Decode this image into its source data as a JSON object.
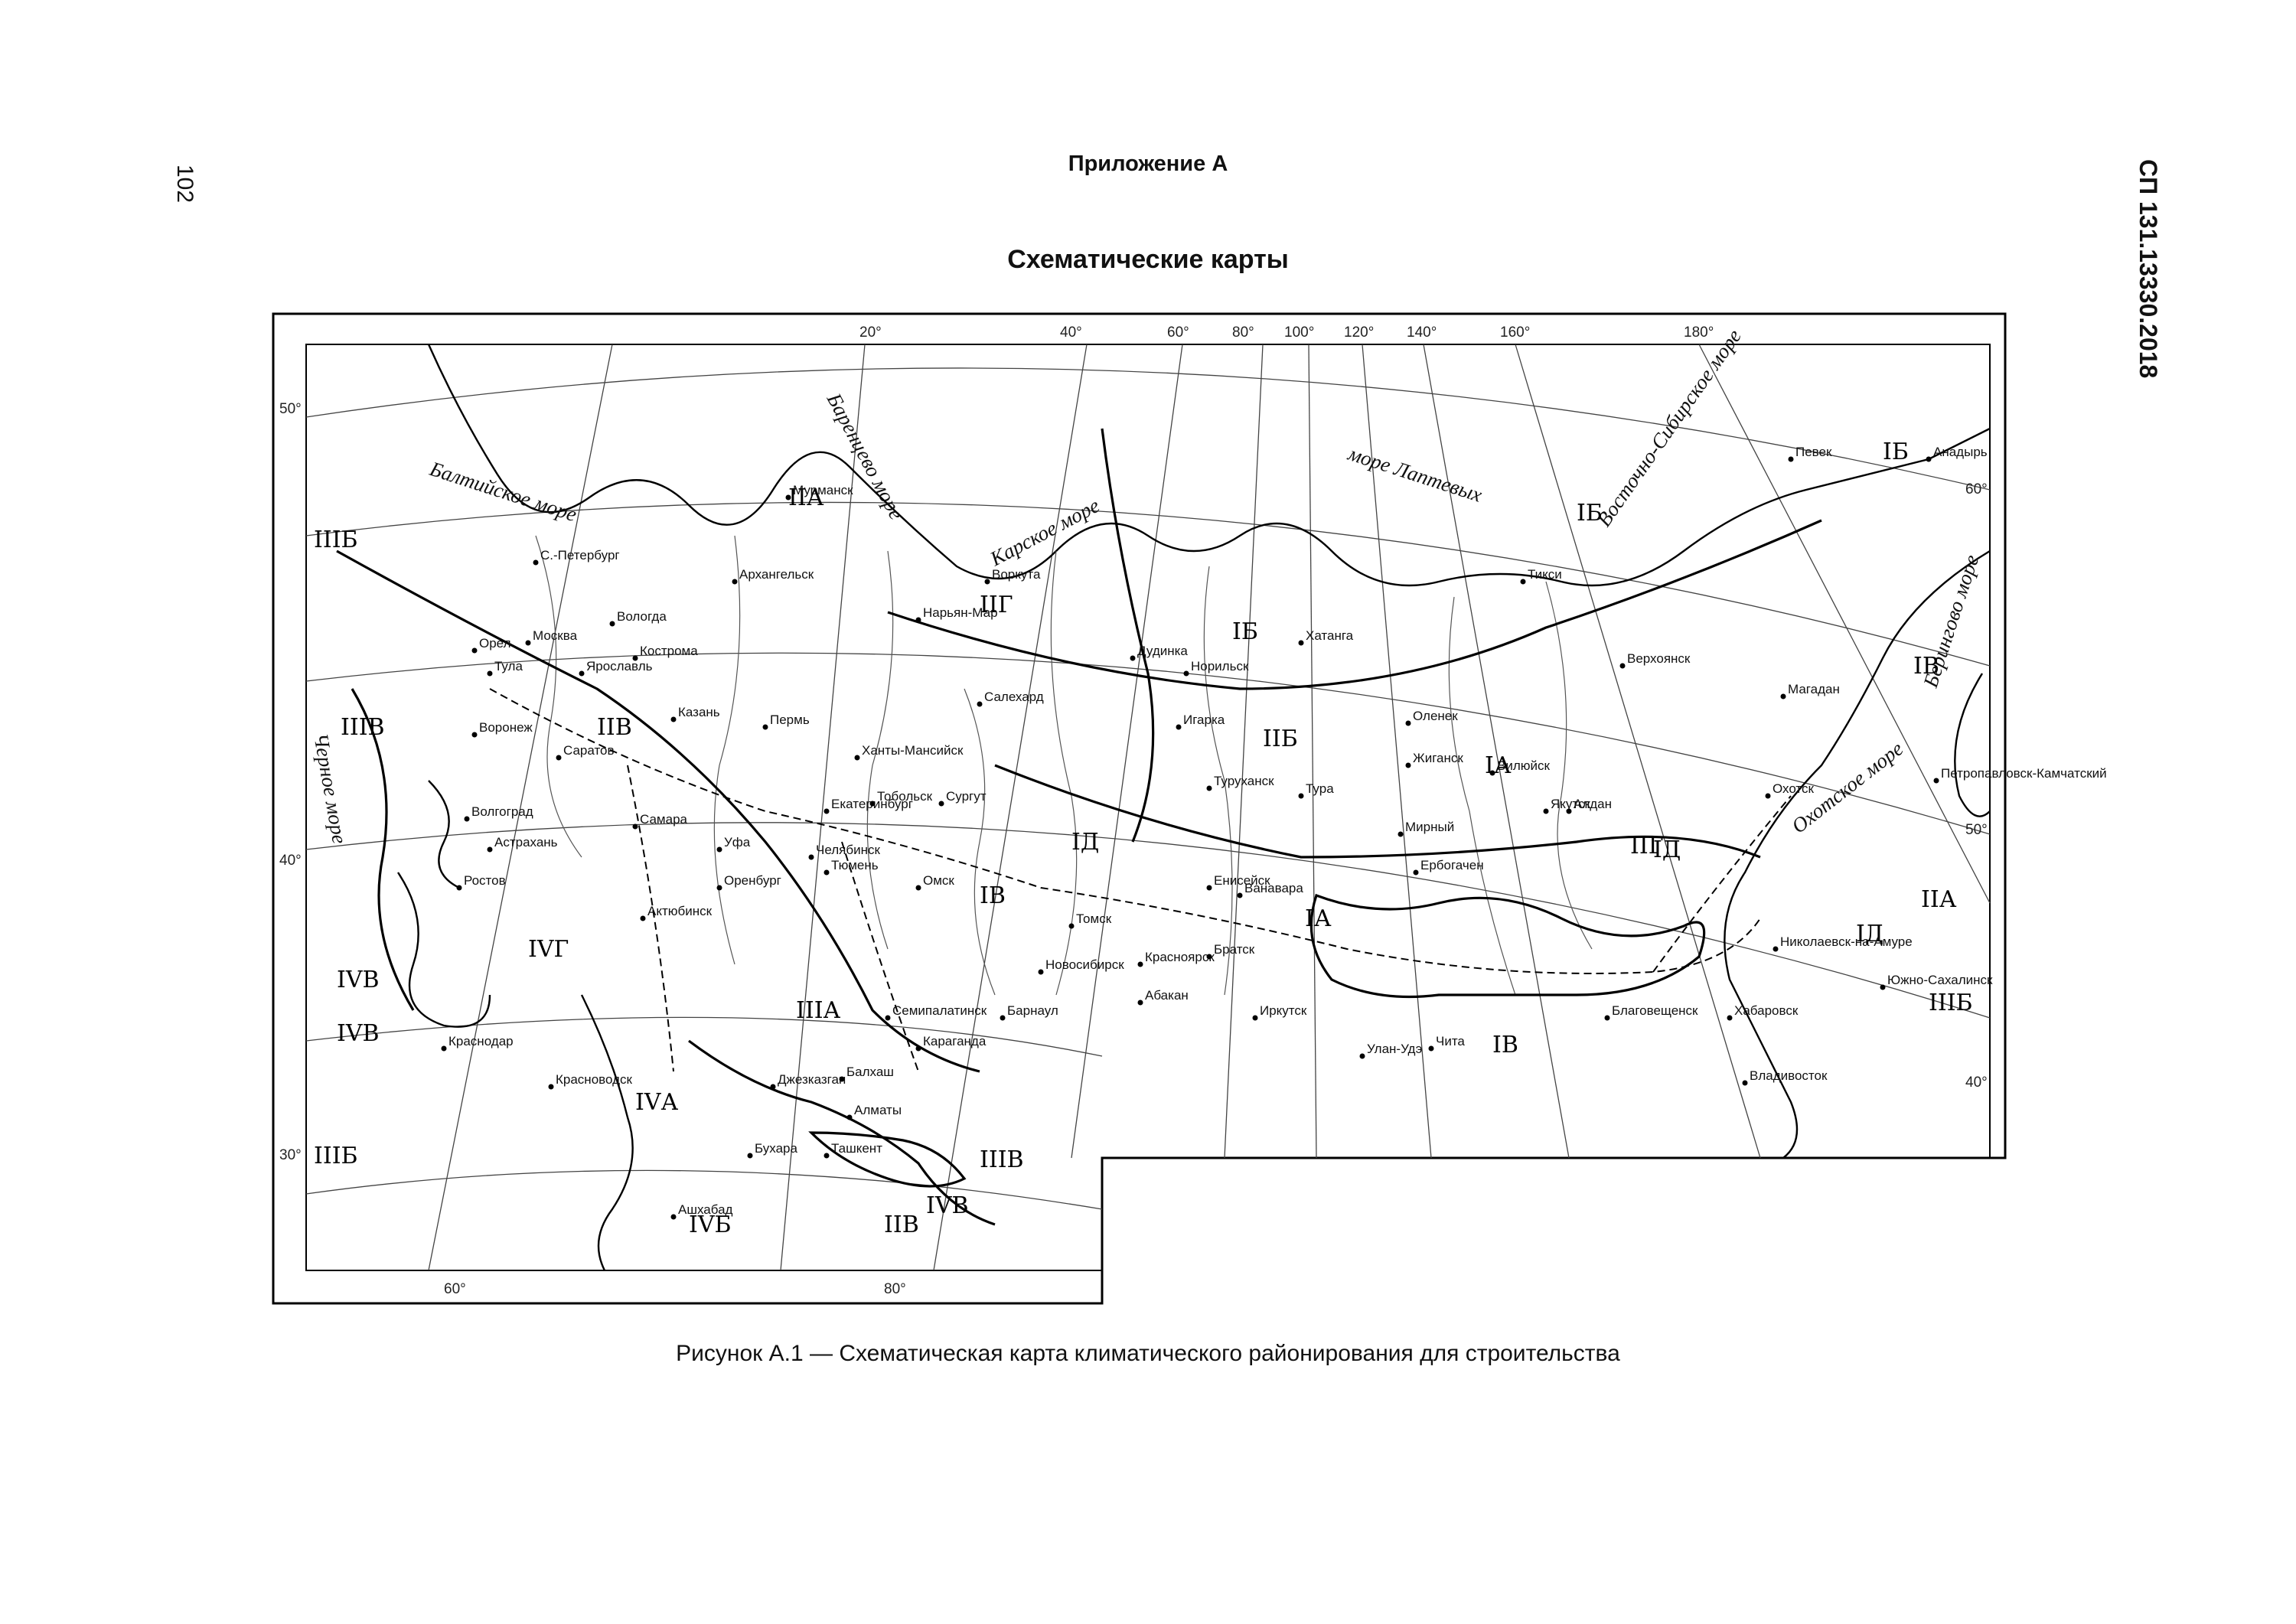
{
  "page": {
    "number": "102",
    "code": "СП 131.13330.2018",
    "appendix": "Приложение А",
    "title": "Схематические карты",
    "caption": "Рисунок А.1 — Схематическая карта климатического районирования для строительства"
  },
  "map": {
    "top_degrees": [
      "20°",
      "40°",
      "60°",
      "80°",
      "100°",
      "120°",
      "140°",
      "160°",
      "180°"
    ],
    "left_degrees": [
      "50°",
      "40°",
      "30°"
    ],
    "right_degrees": [
      "60°",
      "50°",
      "40°"
    ],
    "bottom_degrees": [
      "60°",
      "80°"
    ],
    "seas": [
      "Баренцево море",
      "Карское море",
      "море Лаптевых",
      "Восточно-Сибирское море",
      "Охотское море",
      "Берингово море",
      "Балтийское море",
      "Черное море"
    ],
    "zones": [
      "IIА",
      "IIГ",
      "IБ",
      "IД",
      "IА",
      "IБ",
      "IВ",
      "IIВ",
      "IIIВ",
      "IIIБ",
      "IIIА",
      "IVА",
      "IVВ",
      "IVГ",
      "IIIВ",
      "IIБ",
      "IД",
      "IА",
      "IВ",
      "IIГ",
      "IБ",
      "IВ",
      "IIА",
      "IД",
      "IIIБ",
      "IVВ",
      "IVБ",
      "IIIБ",
      "IIВ",
      "IVВ"
    ],
    "places": [
      "Мурманск",
      "Архангельск",
      "С.-Петербург",
      "Москва",
      "Вологда",
      "Кострома",
      "Казань",
      "Самара",
      "Уфа",
      "Екатеринбург",
      "Тобольск",
      "Сургут",
      "Ханты-Мансийск",
      "Салехард",
      "Нарьян-Мар",
      "Воркута",
      "Норильск",
      "Дудинка",
      "Игарка",
      "Хатанга",
      "Тикси",
      "Верхоянск",
      "Оленек",
      "Жиганск",
      "Якутск",
      "Алдан",
      "Вилюйск",
      "Мирный",
      "Ербогачен",
      "Ванавара",
      "Туруханск",
      "Тура",
      "Енисейск",
      "Томск",
      "Новосибирск",
      "Барнаул",
      "Абакан",
      "Красноярск",
      "Братск",
      "Иркутск",
      "Улан-Удэ",
      "Чита",
      "Благовещенск",
      "Хабаровск",
      "Владивосток",
      "Магадан",
      "Охотск",
      "Певек",
      "Анадырь",
      "Петропавловск-Камчатский",
      "Николаевск-на-Амуре",
      "Южно-Сахалинск",
      "Оренбург",
      "Актюбинск",
      "Семипалатинск",
      "Караганда",
      "Джезказган",
      "Балхаш",
      "Алматы",
      "Ташкент",
      "Бухара",
      "Ашхабад",
      "Красноводск",
      "Волгоград",
      "Астрахань",
      "Воронеж",
      "Саратов",
      "Тула",
      "Орел",
      "Ярославль",
      "Пермь",
      "Челябинск",
      "Тюмень",
      "Омск",
      "Ростов",
      "Краснодар"
    ]
  }
}
